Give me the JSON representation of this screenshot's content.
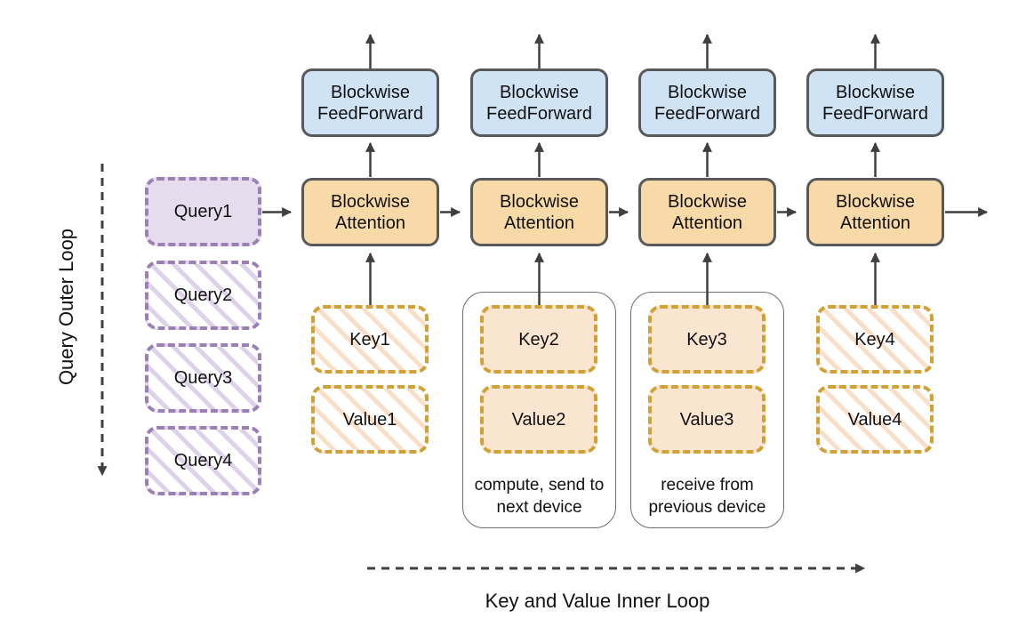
{
  "colors": {
    "feedforward-fill": "#cfe3f5",
    "attention-fill": "#f8d9a8",
    "kv-solid-fill": "#f9e5d0",
    "kv-border": "#d1a136",
    "kv-hatch": "#f9dfc8",
    "query-fill": "#e5dcee",
    "query-border": "#9b7fb6",
    "query-hatch": "#ddd2ea",
    "box-border": "#58595b",
    "note-border": "#6e6e6e",
    "arrow": "#3f3f3f",
    "text": "#111111"
  },
  "left_loop_label": "Query Outer Loop",
  "bottom_loop_label": "Key and Value Inner Loop",
  "queries": [
    {
      "label": "Query1",
      "style": "filled"
    },
    {
      "label": "Query2",
      "style": "hatched"
    },
    {
      "label": "Query3",
      "style": "hatched"
    },
    {
      "label": "Query4",
      "style": "hatched"
    }
  ],
  "columns": [
    {
      "feedforward": "Blockwise FeedForward",
      "attention": "Blockwise Attention",
      "key": "Key1",
      "value": "Value1",
      "kv_style": "hatched"
    },
    {
      "feedforward": "Blockwise FeedForward",
      "attention": "Blockwise Attention",
      "key": "Key2",
      "value": "Value2",
      "kv_style": "filled",
      "note": "compute, send to next device"
    },
    {
      "feedforward": "Blockwise FeedForward",
      "attention": "Blockwise Attention",
      "key": "Key3",
      "value": "Value3",
      "kv_style": "filled",
      "note": "receive from previous device"
    },
    {
      "feedforward": "Blockwise FeedForward",
      "attention": "Blockwise Attention",
      "key": "Key4",
      "value": "Value4",
      "kv_style": "hatched"
    }
  ]
}
